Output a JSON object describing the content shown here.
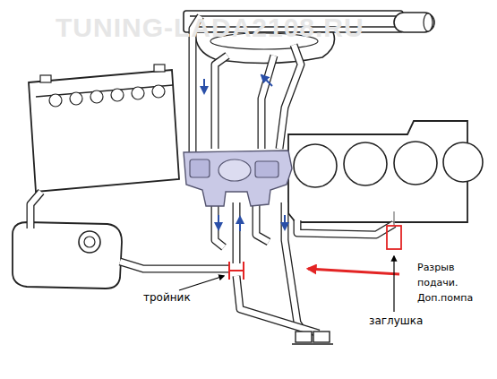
{
  "diagram": {
    "labels": [
      "TUNING-LADA2108.RU",
      "Разрыв подачи. Доп.помпа",
      "тройник",
      "заглушка"
    ]
  }
}
